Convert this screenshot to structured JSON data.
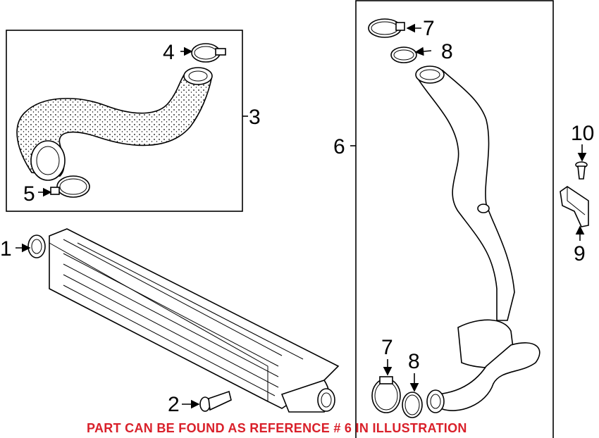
{
  "diagram": {
    "callouts": {
      "c1": "1",
      "c2": "2",
      "c3": "3",
      "c4": "4",
      "c5": "5",
      "c6": "6",
      "c7_top": "7",
      "c8_top": "8",
      "c7_bottom": "7",
      "c8_bottom": "8",
      "c9": "9",
      "c10": "10"
    },
    "notice": "PART CAN BE FOUND AS REFERENCE # 6 IN ILLUSTRATION",
    "notice_color": "#d9202a"
  }
}
